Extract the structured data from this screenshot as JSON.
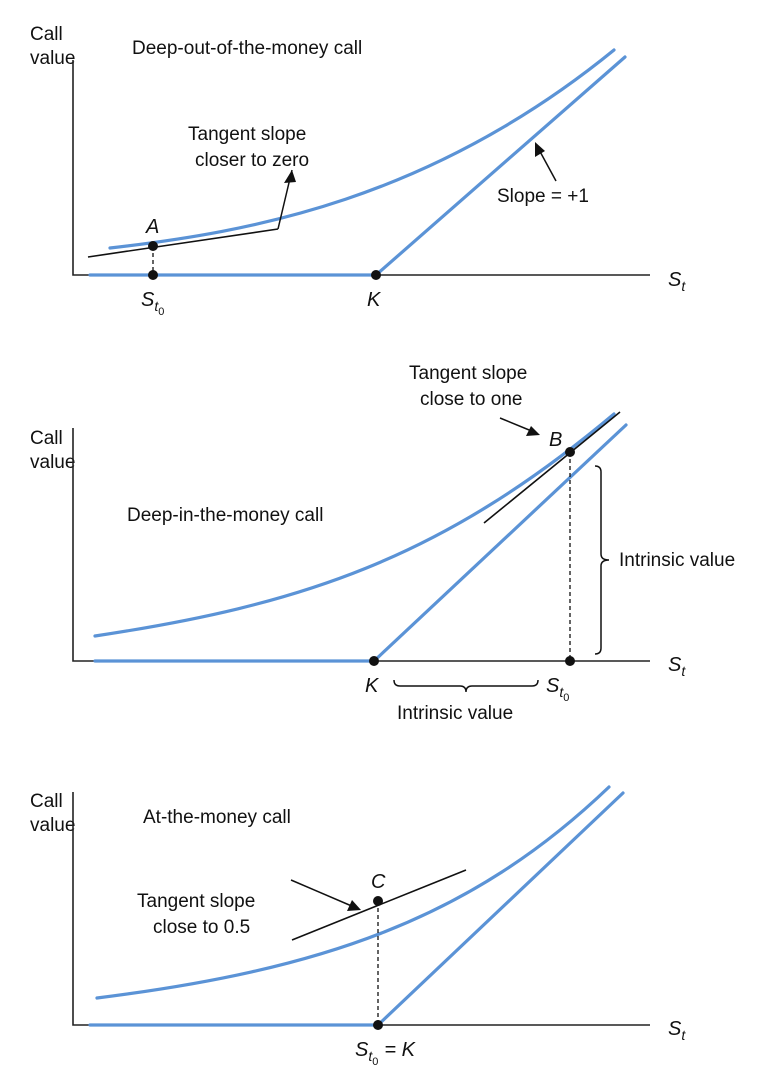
{
  "panels": {
    "otm": {
      "y_label_line1": "Call",
      "y_label_line2": "value",
      "title": "Deep-out-of-the-money call",
      "tangent_note_line1": "Tangent slope",
      "tangent_note_line2": "closer to zero",
      "slope_note": "Slope = +1",
      "point_label": "A",
      "x_axis_label": "S",
      "x_axis_sub": "t",
      "s0_label": "S",
      "s0_sub": "t",
      "s0_subsub": "0",
      "strike_label": "K"
    },
    "itm": {
      "tangent_note_line1": "Tangent slope",
      "tangent_note_line2": "close to one",
      "point_label": "B",
      "y_label_line1": "Call",
      "y_label_line2": "value",
      "title": "Deep-in-the-money call",
      "intrinsic_vertical_label": "Intrinsic value",
      "x_axis_label": "S",
      "x_axis_sub": "t",
      "strike_label": "K",
      "s0_label": "S",
      "s0_sub": "t",
      "s0_subsub": "0",
      "intrinsic_horizontal_label": "Intrinsic value"
    },
    "atm": {
      "y_label_line1": "Call",
      "y_label_line2": "value",
      "title": "At-the-money  call",
      "tangent_note_line1": "Tangent slope",
      "tangent_note_line2": "close to 0.5",
      "point_label": "C",
      "x_axis_label": "S",
      "x_axis_sub": "t",
      "s0_label": "S",
      "s0_sub": "t",
      "s0_subsub": "0",
      "s0_suffix": "= K"
    }
  },
  "colors": {
    "curve": "#5b93d6",
    "axis": "#222222",
    "text": "#111111"
  }
}
